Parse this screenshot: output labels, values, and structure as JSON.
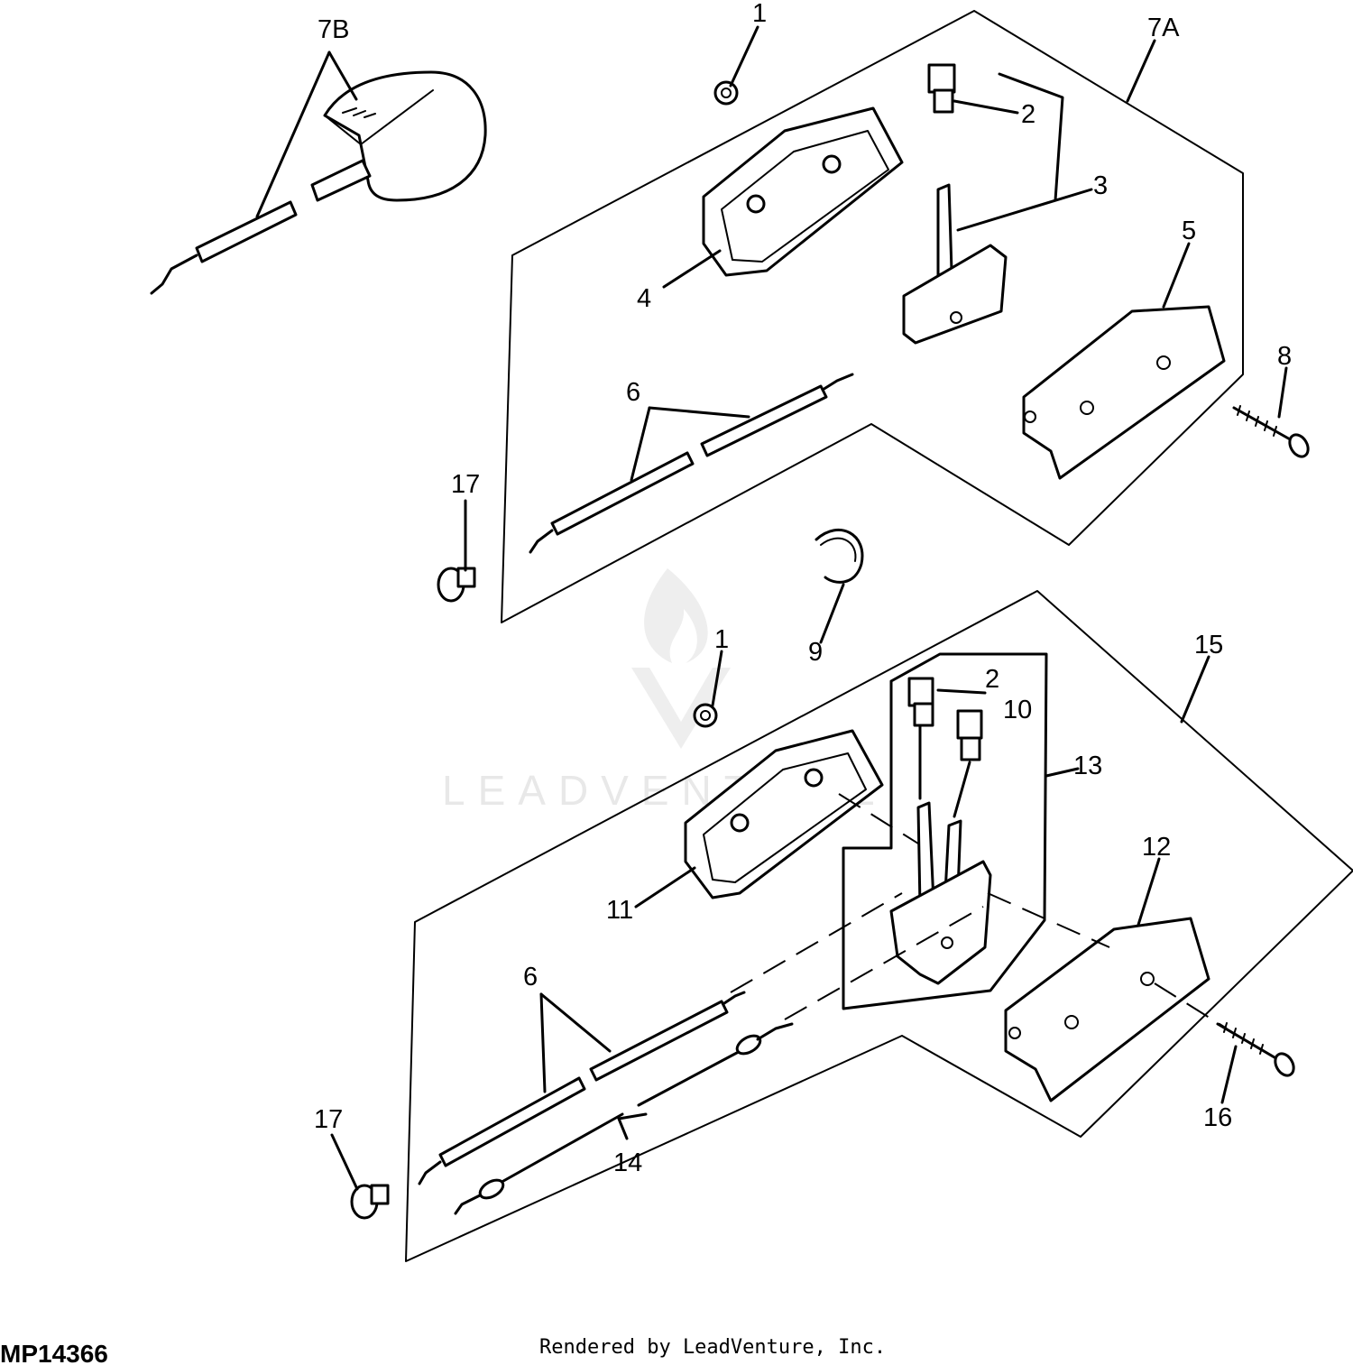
{
  "callouts": {
    "c1_top": "1",
    "c7b": "7B",
    "c7a": "7A",
    "c2_top": "2",
    "c3": "3",
    "c4": "4",
    "c5": "5",
    "c6_top": "6",
    "c8": "8",
    "c17_top": "17",
    "c9": "9",
    "c1_bot": "1",
    "c15": "15",
    "c2_bot": "2",
    "c10": "10",
    "c13": "13",
    "c11": "11",
    "c12": "12",
    "c6_bot": "6",
    "c14": "14",
    "c16": "16",
    "c17_bot": "17"
  },
  "figure_id": "MP14366",
  "credit": "Rendered by LeadVenture, Inc.",
  "watermark": "LEADVENTURE"
}
